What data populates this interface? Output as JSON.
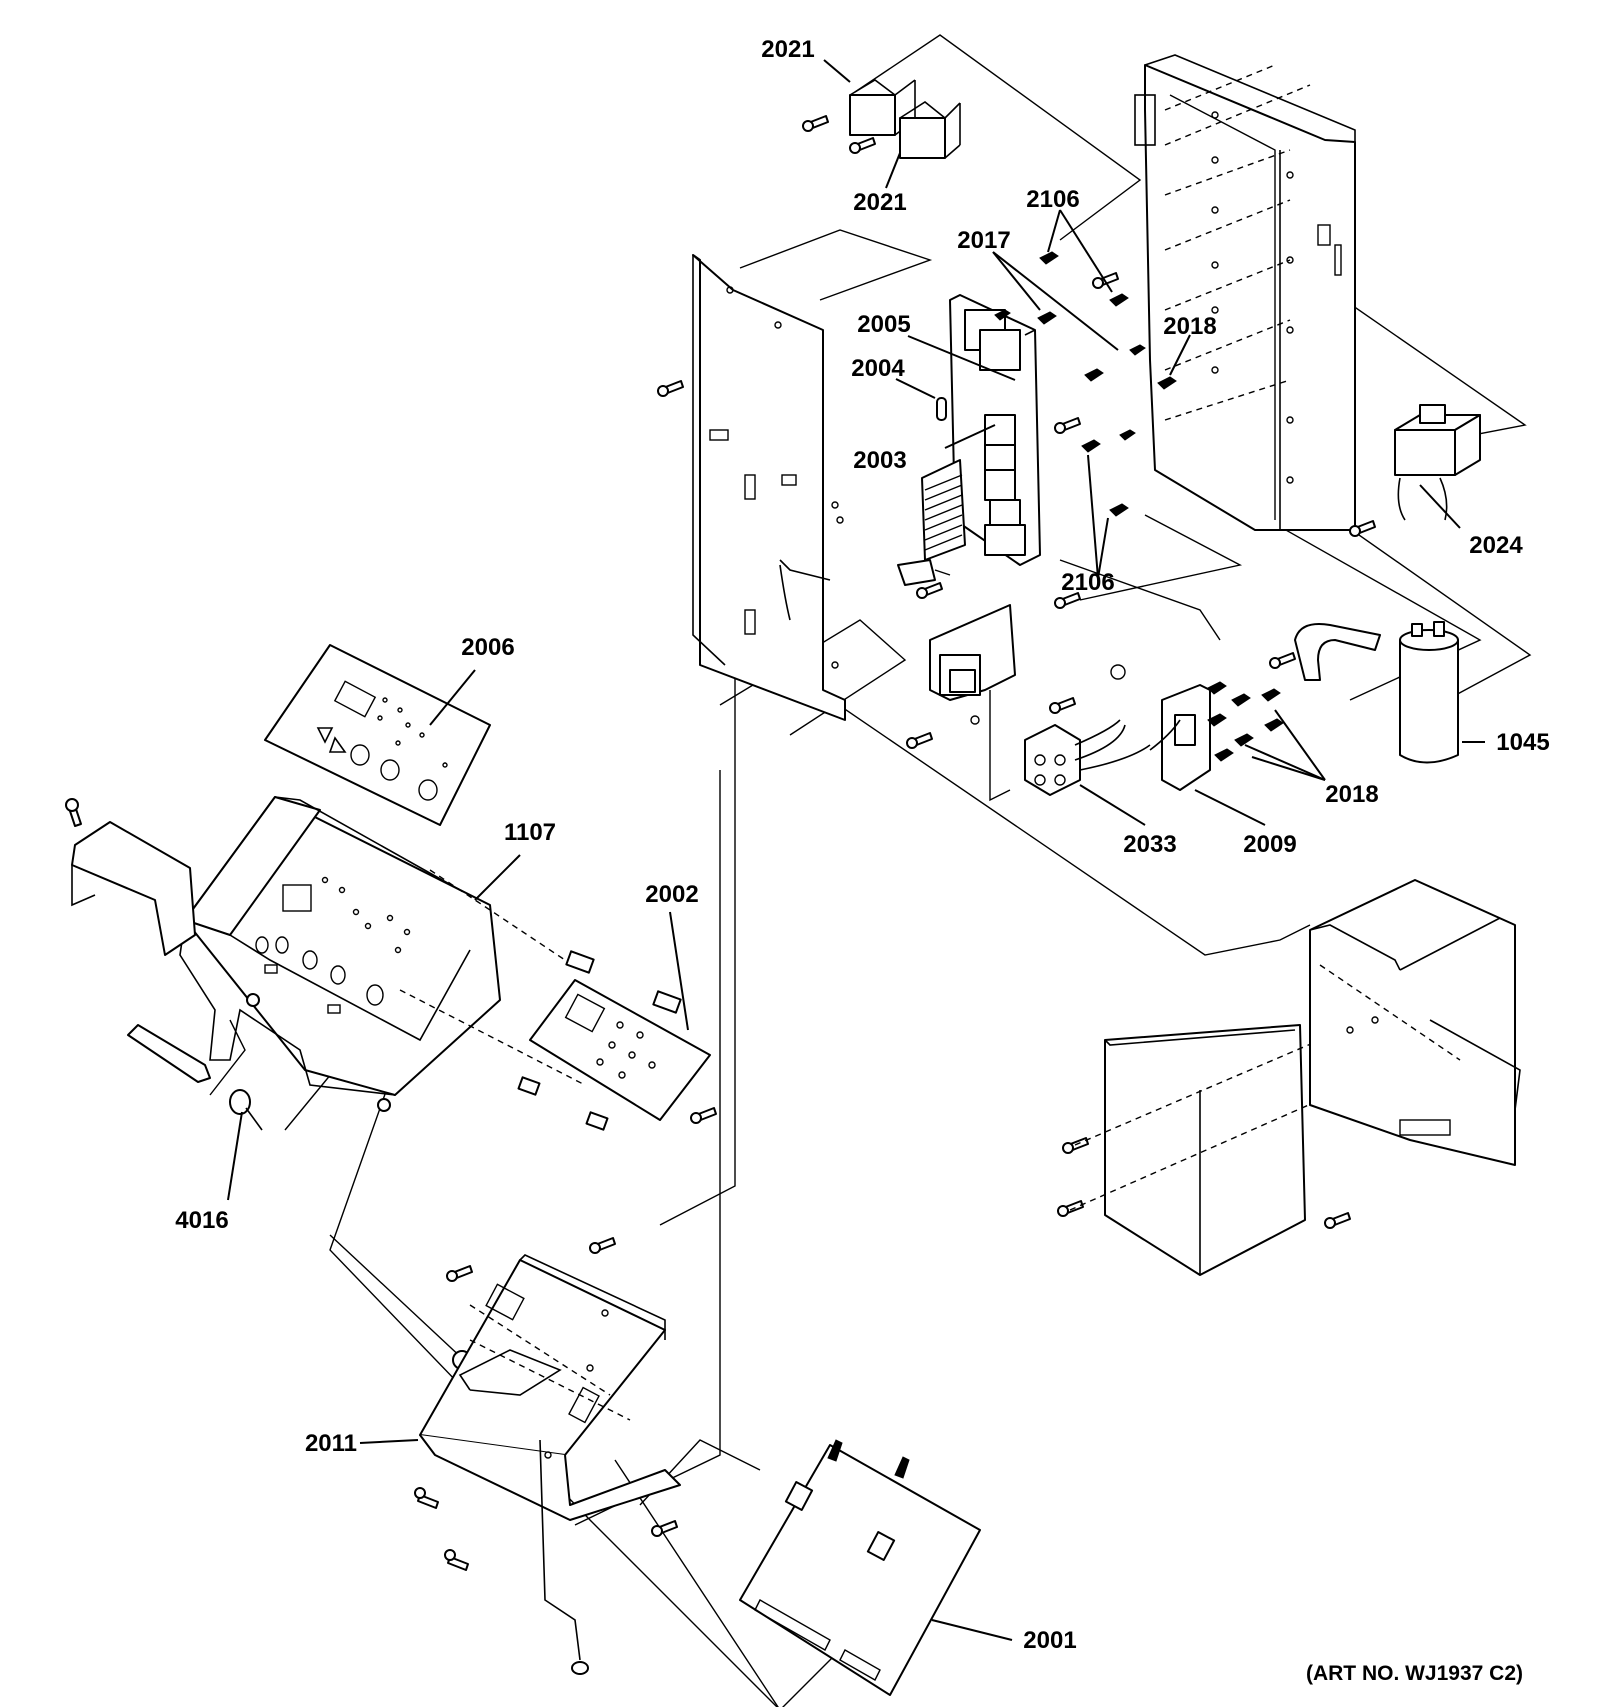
{
  "art_number": "(ART NO. WJ1937 C2)",
  "callouts": {
    "c2021a": "2021",
    "c2021b": "2021",
    "c2106a": "2106",
    "c2106b": "2106",
    "c2017": "2017",
    "c2005": "2005",
    "c2018a": "2018",
    "c2018b": "2018",
    "c2004": "2004",
    "c2003": "2003",
    "c2024": "2024",
    "c2006": "2006",
    "c1045": "1045",
    "c1107": "1107",
    "c2002": "2002",
    "c2033": "2033",
    "c2009": "2009",
    "c4016": "4016",
    "c2011": "2011",
    "c2001": "2001"
  }
}
